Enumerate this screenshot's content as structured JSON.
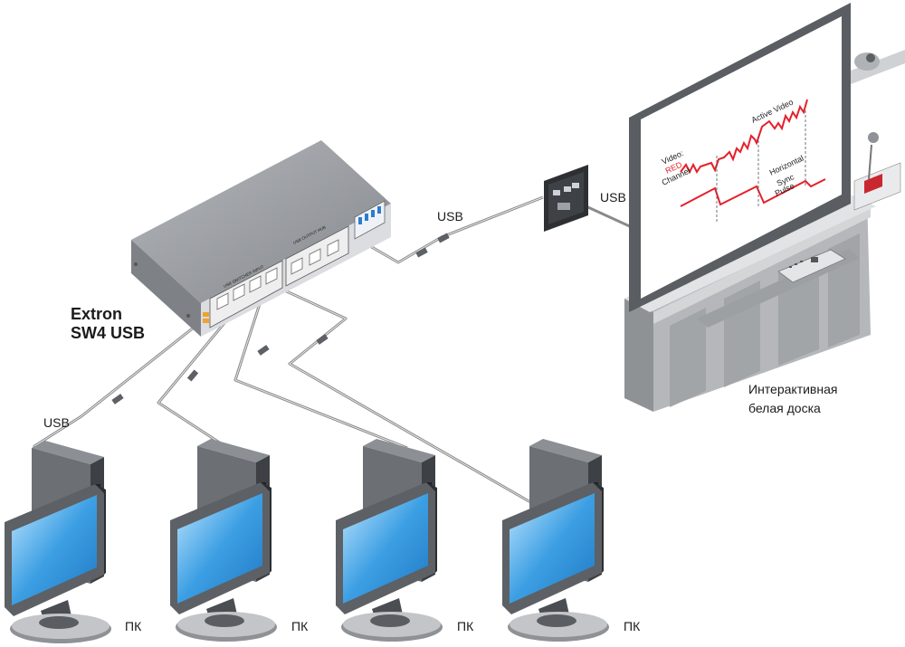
{
  "switcher": {
    "title_line1": "Extron",
    "title_line2": "SW4 USB",
    "panel_left": "USB SWITCHER INPUT",
    "panel_right": "USB OUTPUT HUB"
  },
  "cables": {
    "usb_computers": "USB",
    "usb_switch_to_plate": "USB",
    "usb_plate_to_board": "USB"
  },
  "whiteboard": {
    "caption_line1": "Интерактивная",
    "caption_line2": "белая доска",
    "screen": {
      "video_l1": "Video:",
      "video_l2": "RED",
      "video_l3": "Channel",
      "active_video": "Active Video",
      "hsync_l1": "Horizontal",
      "hsync_l2": "Sync",
      "hsync_l3": "Pulse"
    }
  },
  "computers": [
    {
      "label": "ПК"
    },
    {
      "label": "ПК"
    },
    {
      "label": "ПК"
    },
    {
      "label": "ПК"
    }
  ],
  "colors": {
    "device_top": "#9a9da2",
    "device_front": "#d9dadc",
    "screen_blue": "#3d9fe3",
    "signal_red": "#e5202a",
    "cable": "#8a8a8a"
  }
}
